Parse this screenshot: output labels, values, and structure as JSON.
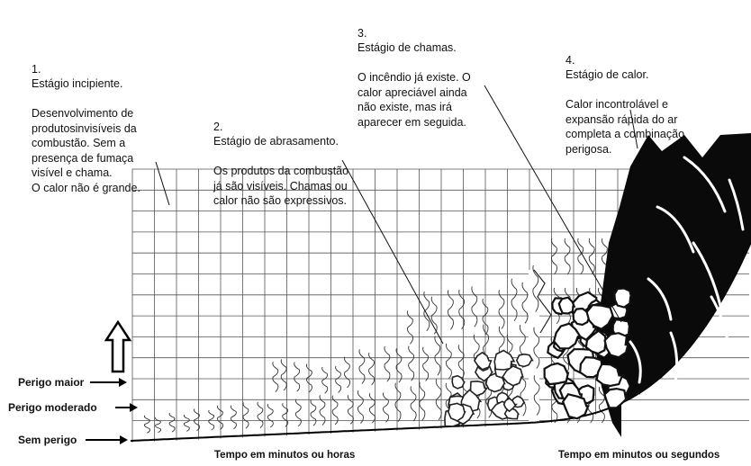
{
  "stages": [
    {
      "number": "1.",
      "title": "Estágio incipiente.",
      "text": "Desenvolvimento de\nprodutosinvisíveis da\ncombustão. Sem a\npresença de fumaça\nvisível e chama.\nO calor não é grande."
    },
    {
      "number": "2.",
      "title": "Estágio de abrasamento.",
      "text": "Os produtos da combustão\njá são visíveis. Chamas ou\ncalor não são expressivos."
    },
    {
      "number": "3.",
      "title": "Estágio de chamas.",
      "text": "O incêndio já existe. O\ncalor apreciável ainda\nnão existe, mas irá\naparecer em seguida."
    },
    {
      "number": "4.",
      "title": "Estágio de calor.",
      "text": "Calor incontrolável e\nexpansão rápida do ar\ncompleta a combinação\nperigosa."
    }
  ],
  "danger_levels": {
    "major": "Perigo maior",
    "moderate": "Perigo moderado",
    "none": "Sem perigo"
  },
  "time_axes": {
    "left": "Tempo em minutos ou horas",
    "right": "Tempo em minutos ou segundos"
  }
}
